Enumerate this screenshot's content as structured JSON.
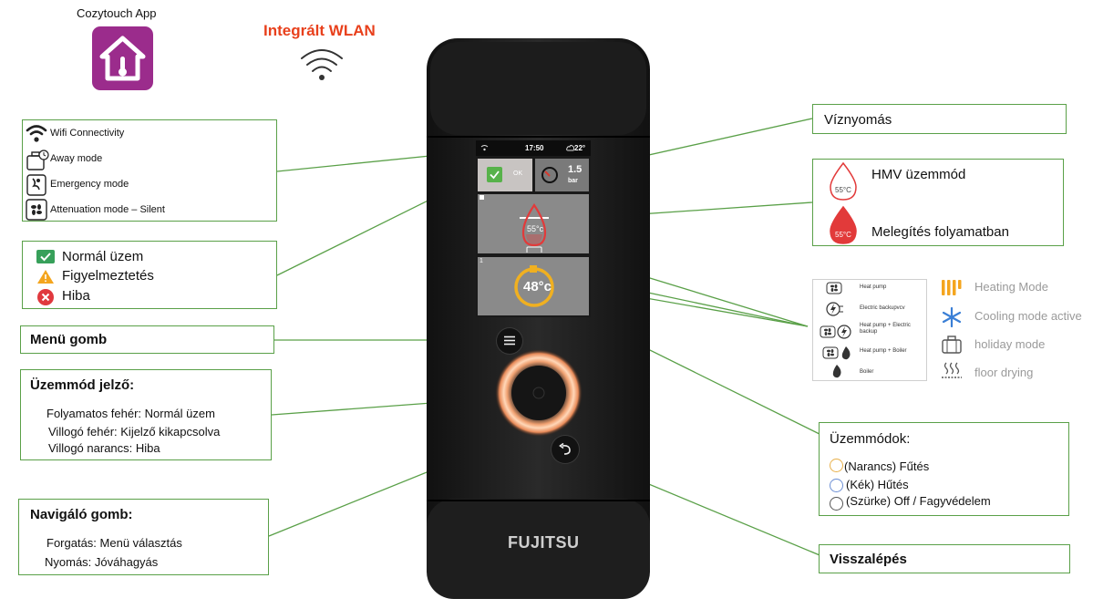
{
  "top": {
    "app_label": "Cozytouch App",
    "wlan_title": "Integrált WLAN",
    "wlan_color": "#e8401c",
    "app_icon_color": "#9b2c8c"
  },
  "box_status": {
    "items": [
      "Wifi Connectivity",
      "Away mode",
      "Emergency mode",
      "Attenuation mode – Silent"
    ]
  },
  "box_state": {
    "normal": "Normál üzem",
    "warning": "Figyelmeztetés",
    "error": "Hiba",
    "colors": {
      "normal": "#37a05a",
      "warning": "#f4a51e",
      "error": "#e0393e"
    }
  },
  "box_menu": {
    "title": "Menü gomb"
  },
  "box_mode_indicator": {
    "title": "Üzemmód jelző:",
    "lines": [
      "Folyamatos fehér: Normál üzem",
      "Villogó fehér: Kijelző kikapcsolva",
      "Villogó narancs: Hiba"
    ]
  },
  "box_nav": {
    "title": "Navigáló gomb:",
    "lines": [
      "Forgatás: Menü választás",
      "Nyomás: Jóváhagyás"
    ]
  },
  "box_pressure": {
    "title": "Víznyomás"
  },
  "box_hmv": {
    "mode": "HMV üzemmód",
    "heating": "Melegítés folyamatban",
    "drop_temp": "55°C"
  },
  "legend_icons": {
    "items": [
      "Heat pump",
      "Electric backupvcv",
      "Heat pump + Electric backup",
      "Heat pump + Boiler",
      "Boiler"
    ]
  },
  "legend_modes": {
    "items": [
      "Heating Mode",
      "Cooling mode active",
      "holiday mode",
      "floor drying"
    ]
  },
  "box_modes": {
    "title": "Üzemmódok:",
    "lines": [
      "(Narancs) Fűtés",
      "(Kék) Hűtés",
      "(Szürke) Off / Fagyvédelem"
    ],
    "circle_colors": [
      "#e8b04a",
      "#6c8fd4",
      "#8a8a8a"
    ]
  },
  "box_back": {
    "title": "Visszalépés"
  },
  "device": {
    "time": "17:50",
    "outdoor_temp": "22°",
    "ok_label": "OK",
    "pressure_value": "1.5",
    "pressure_unit": "bar",
    "dhw_temp": "55°c",
    "flow_temp": "48°c",
    "zone_num": "1",
    "brand": "FUJITSU"
  }
}
